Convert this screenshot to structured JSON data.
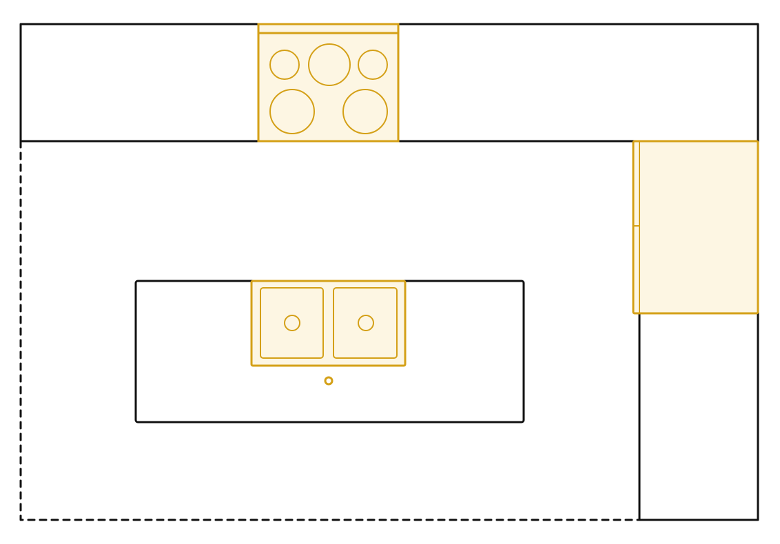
{
  "diagram": {
    "type": "kitchen-floor-plan",
    "colors": {
      "wall": "#111111",
      "appliance_stroke": "#D4A017",
      "appliance_fill": "#FDF6E3",
      "background": "#ffffff"
    },
    "appliances": [
      "stove",
      "refrigerator",
      "double-sink"
    ],
    "stove_burners": 5,
    "sink_basins": 2
  }
}
